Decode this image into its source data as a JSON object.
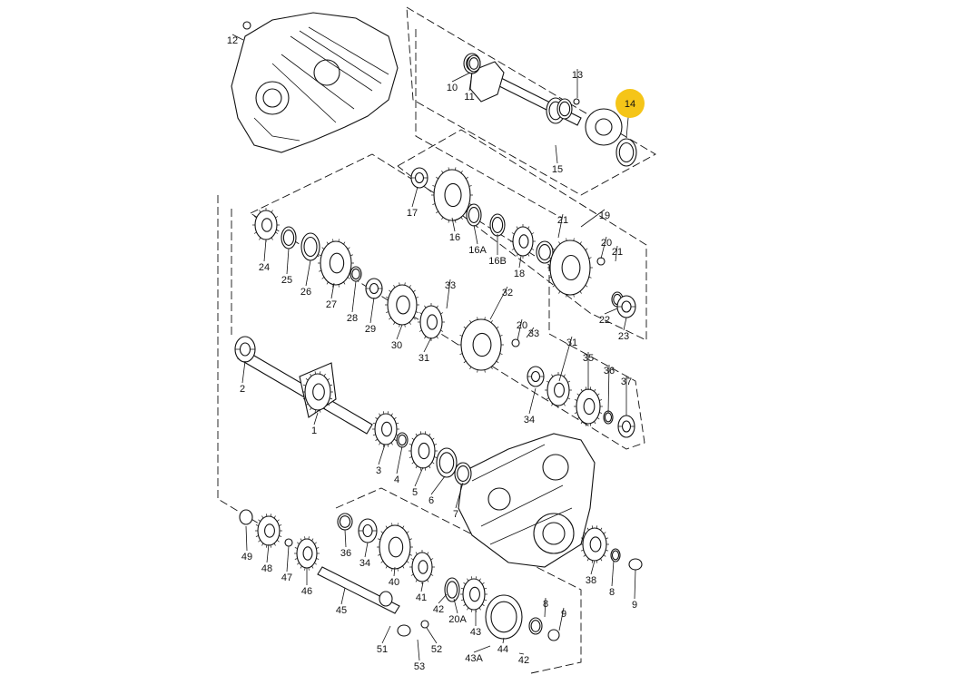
{
  "diagram": {
    "highlight_color": "#F5C518",
    "highlighted_label": "14",
    "callouts": [
      "1",
      "2",
      "3",
      "4",
      "5",
      "6",
      "7",
      "8",
      "8",
      "9",
      "9",
      "10",
      "11",
      "12",
      "13",
      "14",
      "15",
      "16",
      "16A",
      "16B",
      "17",
      "18",
      "19",
      "20",
      "20",
      "20A",
      "21",
      "21",
      "22",
      "23",
      "24",
      "25",
      "26",
      "27",
      "28",
      "29",
      "30",
      "31",
      "31",
      "32",
      "33",
      "33",
      "34",
      "34",
      "35",
      "36",
      "36",
      "37",
      "38",
      "40",
      "41",
      "42",
      "42",
      "43",
      "43A",
      "44",
      "45",
      "46",
      "47",
      "48",
      "49",
      "51",
      "52",
      "53"
    ]
  }
}
